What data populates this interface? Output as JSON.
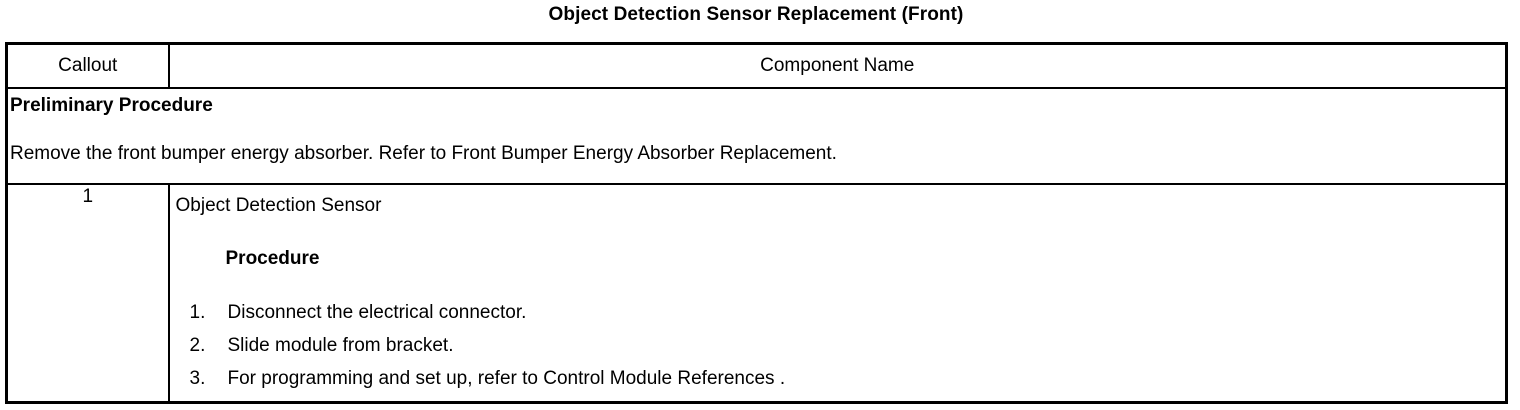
{
  "document": {
    "title": "Object Detection Sensor Replacement (Front)"
  },
  "table": {
    "headers": {
      "callout": "Callout",
      "component_name": "Component Name"
    },
    "preliminary": {
      "heading": "Preliminary Procedure",
      "text": "Remove the front bumper energy absorber. Refer to Front Bumper Energy Absorber Replacement."
    },
    "rows": [
      {
        "callout": "1",
        "component_name": "Object Detection Sensor",
        "procedure_heading": "Procedure",
        "steps": [
          {
            "number": "1.",
            "text": "Disconnect the electrical connector."
          },
          {
            "number": "2.",
            "text": "Slide module from bracket."
          },
          {
            "number": "3.",
            "text": "For programming and set up, refer to Control Module References ."
          }
        ]
      }
    ]
  }
}
